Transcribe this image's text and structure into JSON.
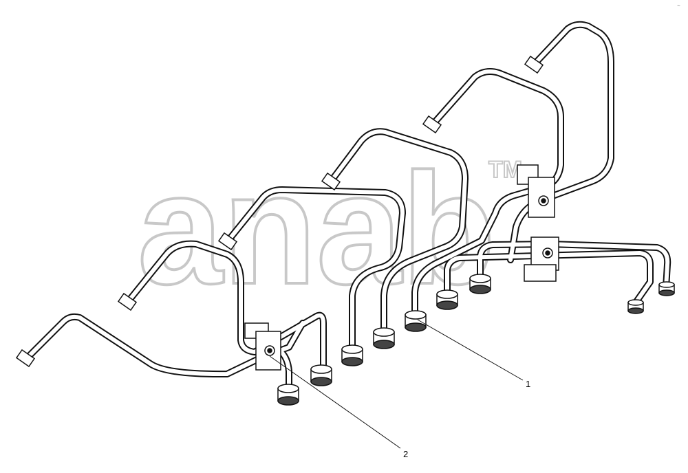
{
  "watermark": {
    "text": "anab",
    "trademark": "TM",
    "color": "#c8c8c8"
  },
  "callouts": [
    {
      "label": "1"
    },
    {
      "label": "2"
    }
  ],
  "corner_mark": "~",
  "colors": {
    "line": "#111111",
    "tube_fill": "#ffffff"
  }
}
